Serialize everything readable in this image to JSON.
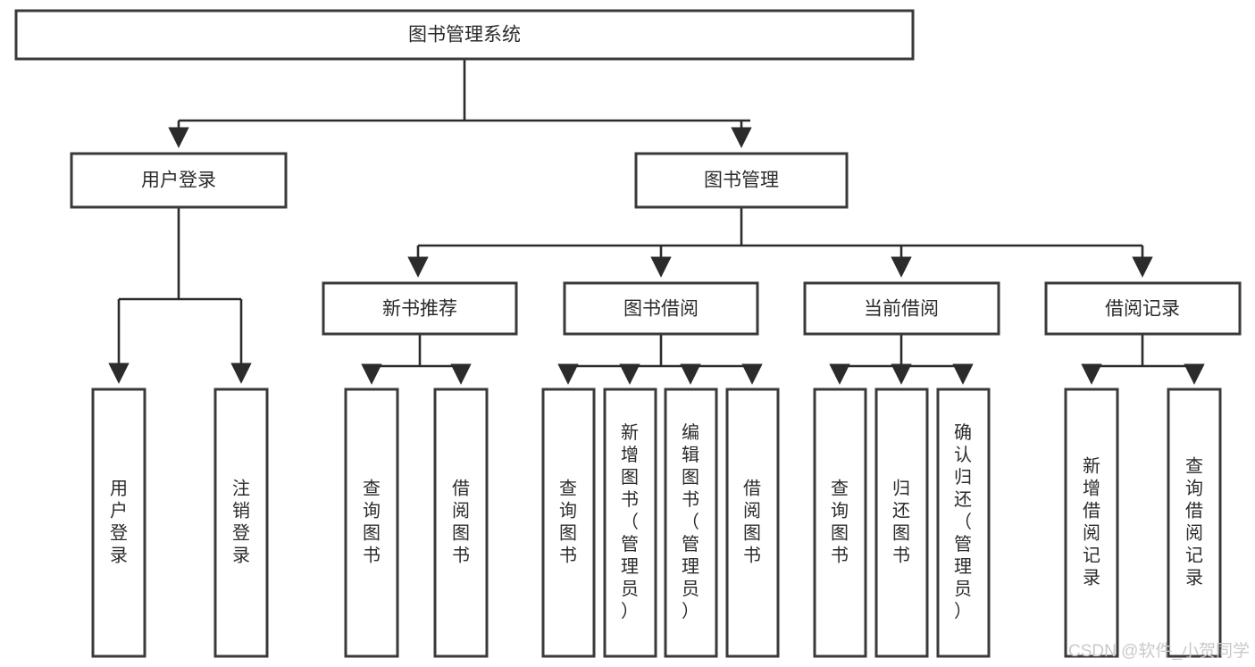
{
  "diagram": {
    "title": "图书管理系统",
    "type": "hierarchy-tree",
    "watermark": "CSDN @软件_小贺同学",
    "colors": {
      "box_stroke": "#3a3a3c",
      "box_fill": "#ffffff",
      "link": "#2b2b2b",
      "text": "#2b2b2b",
      "watermark": "#c9c9c9",
      "background": "#ffffff"
    },
    "root": {
      "label": "图书管理系统"
    },
    "level2": [
      {
        "id": "user-login",
        "label": "用户登录"
      },
      {
        "id": "book-manage",
        "label": "图书管理"
      }
    ],
    "level3": [
      {
        "id": "new-book-recommend",
        "label": "新书推荐"
      },
      {
        "id": "book-borrow",
        "label": "图书借阅"
      },
      {
        "id": "current-borrow",
        "label": "当前借阅"
      },
      {
        "id": "borrow-record",
        "label": "借阅记录"
      }
    ],
    "leaves": {
      "user-login": [
        {
          "id": "leaf-user-login",
          "label": "用户登录"
        },
        {
          "id": "leaf-logout",
          "label": "注销登录"
        }
      ],
      "new-book-recommend": [
        {
          "id": "leaf-query-book-1",
          "label": "查询图书"
        },
        {
          "id": "leaf-borrow-book-1",
          "label": "借阅图书"
        }
      ],
      "book-borrow": [
        {
          "id": "leaf-query-book-2",
          "label": "查询图书"
        },
        {
          "id": "leaf-add-book",
          "label": "新增图书（管理员）"
        },
        {
          "id": "leaf-edit-book",
          "label": "编辑图书（管理员）"
        },
        {
          "id": "leaf-borrow-book-2",
          "label": "借阅图书"
        }
      ],
      "current-borrow": [
        {
          "id": "leaf-query-book-3",
          "label": "查询图书"
        },
        {
          "id": "leaf-return-book",
          "label": "归还图书"
        },
        {
          "id": "leaf-confirm-return",
          "label": "确认归还（管理员）"
        }
      ],
      "borrow-record": [
        {
          "id": "leaf-add-record",
          "label": "新增借阅记录"
        },
        {
          "id": "leaf-query-record",
          "label": "查询借阅记录"
        }
      ]
    }
  }
}
